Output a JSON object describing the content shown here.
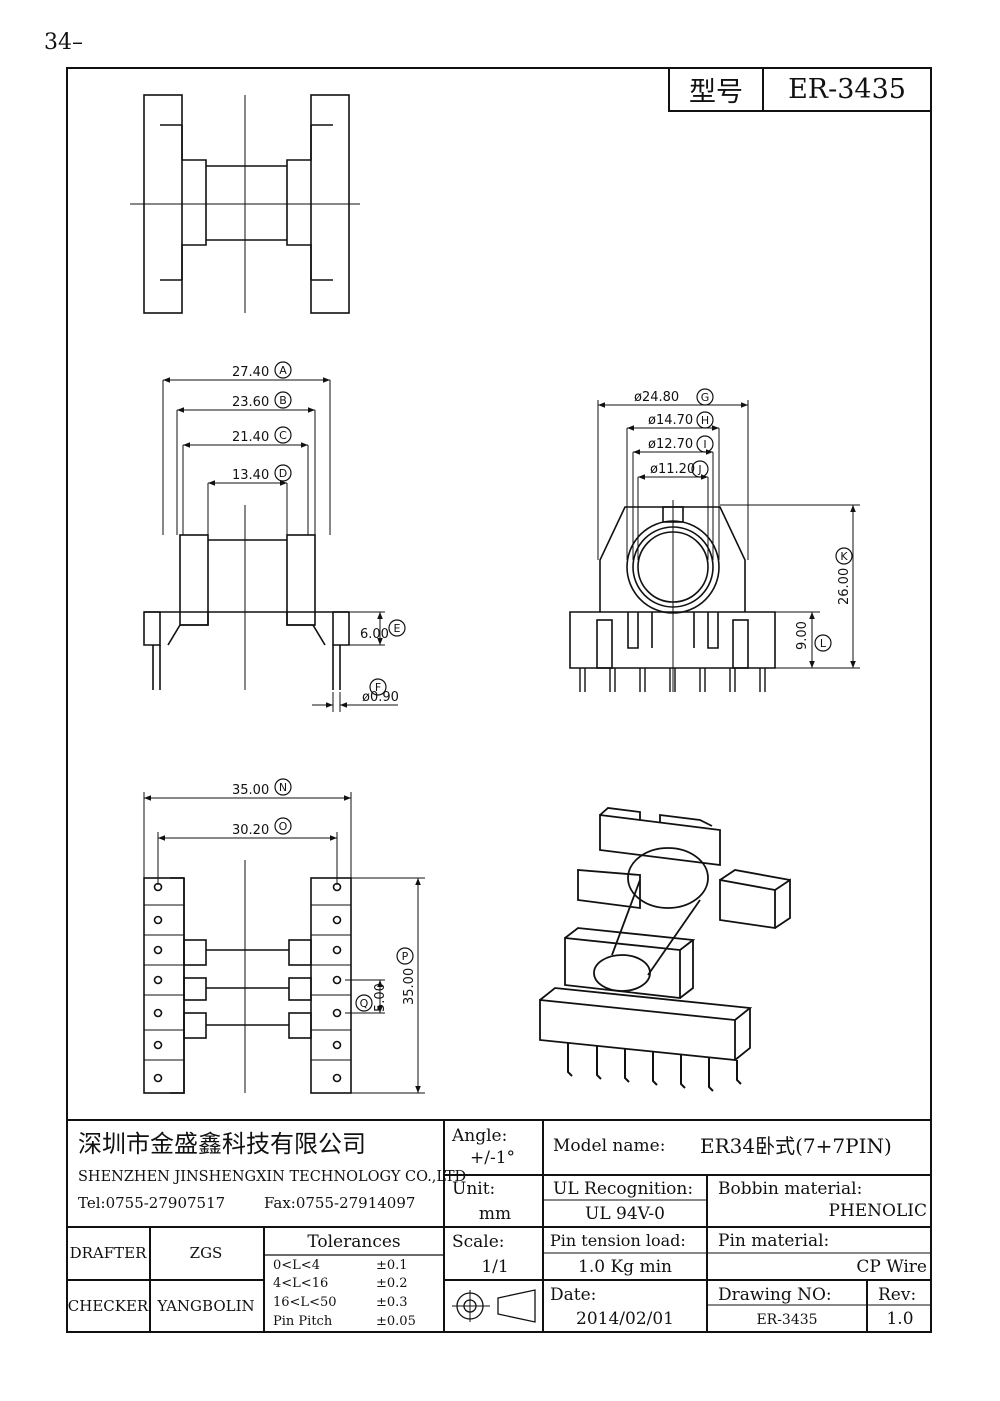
{
  "page_number": "34–",
  "header": {
    "model_label": "型号",
    "model_value": "ER-3435"
  },
  "dimensions": {
    "A": {
      "value": "27.40",
      "letter": "A"
    },
    "B": {
      "value": "23.60",
      "letter": "B"
    },
    "C": {
      "value": "21.40",
      "letter": "C"
    },
    "D": {
      "value": "13.40",
      "letter": "D"
    },
    "E": {
      "value": "6.00",
      "letter": "E"
    },
    "F": {
      "value": "ø0.90",
      "letter": "F"
    },
    "G": {
      "value": "ø24.80",
      "letter": "G"
    },
    "H": {
      "value": "ø14.70",
      "letter": "H"
    },
    "I": {
      "value": "ø12.70",
      "letter": "I"
    },
    "J": {
      "value": "ø11.20",
      "letter": "J"
    },
    "K": {
      "value": "26.00",
      "letter": "K"
    },
    "L": {
      "value": "9.00",
      "letter": "L"
    },
    "N": {
      "value": "35.00",
      "letter": "N"
    },
    "O": {
      "value": "30.20",
      "letter": "O"
    },
    "P": {
      "value": "35.00",
      "letter": "P"
    },
    "Q": {
      "value": "5.00",
      "letter": "Q"
    }
  },
  "title_block": {
    "company_cn": "深圳市金盛鑫科技有限公司",
    "company_en": "SHENZHEN JINSHENGXIN TECHNOLOGY CO.,LTD",
    "tel": "Tel:0755-27907517",
    "fax": "Fax:0755-27914097",
    "angle_label": "Angle:",
    "angle_value": "+/-1°",
    "model_name_label": "Model name:",
    "model_name_value": "ER34卧式(7+7PIN)",
    "unit_label": "Unit:",
    "unit_value": "mm",
    "ul_label": "UL Recognition:",
    "ul_value": "UL 94V-0",
    "bobbin_label": "Bobbin material:",
    "bobbin_value": "PHENOLIC",
    "drafter_label": "DRAFTER",
    "drafter_value": "ZGS",
    "checker_label": "CHECKER",
    "checker_value": "YANGBOLIN",
    "tolerances_title": "Tolerances",
    "tolerances": [
      {
        "range": "0<L<4",
        "value": "±0.1"
      },
      {
        "range": "4<L<16",
        "value": "±0.2"
      },
      {
        "range": "16<L<50",
        "value": "±0.3"
      },
      {
        "range": "Pin Pitch",
        "value": "±0.05"
      }
    ],
    "scale_label": "Scale:",
    "scale_value": "1/1",
    "pin_tension_label": "Pin tension load:",
    "pin_tension_value": "1.0 Kg min",
    "pin_material_label": "Pin material:",
    "pin_material_value": "CP Wire",
    "date_label": "Date:",
    "date_value": "2014/02/01",
    "drawing_no_label": "Drawing NO:",
    "drawing_no_value": "ER-3435",
    "rev_label": "Rev:",
    "rev_value": "1.0"
  }
}
